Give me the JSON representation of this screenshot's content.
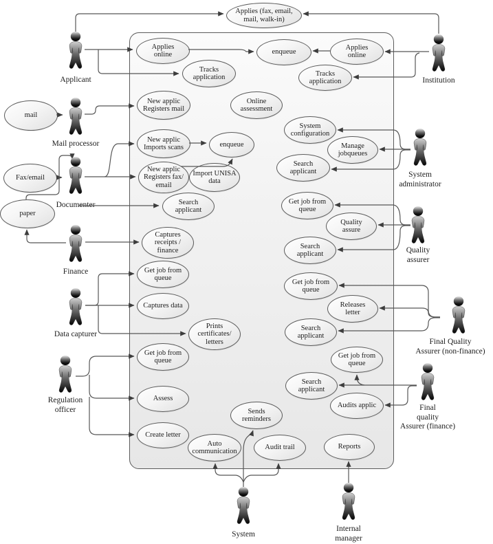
{
  "colors": {
    "line": "#565656",
    "ellipse_stroke": "#5a5a5a",
    "ellipse_fill_top": "#ffffff",
    "ellipse_fill_bottom": "#e1e1e1",
    "boundary_fill": "#f1f1f1",
    "text": "#1c1c1c",
    "actor_dark": "#050505",
    "actor_light": "#cfcfcf"
  },
  "actors": {
    "applicant": {
      "label": "Applicant"
    },
    "mail_processor": {
      "label": "Mail processor"
    },
    "documenter": {
      "label": "Documenter"
    },
    "finance": {
      "label": "Finance"
    },
    "data_capturer": {
      "label": "Data capturer"
    },
    "regulation_officer": {
      "label": "Regulation\nofficer"
    },
    "system": {
      "label": "System"
    },
    "internal_manager": {
      "label": "Internal\nmanager"
    },
    "institution": {
      "label": "Institution"
    },
    "system_administrator": {
      "label": "System\nadministrator"
    },
    "quality_assurer": {
      "label": "Quality\nassurer"
    },
    "final_quality_assurer_nonfinance": {
      "label": "Final Quality\nAssurer (non-finance)"
    },
    "final_quality_assurer_finance": {
      "label": "Final\nquality\nAssurer (finance)"
    }
  },
  "usecases": {
    "applies_channels": {
      "label": "Applies (fax, email,\nmail, walk-in)"
    },
    "mail": {
      "label": "mail"
    },
    "fax_email": {
      "label": "Fax/email"
    },
    "paper": {
      "label": "paper"
    },
    "applies_online_applicant": {
      "label": "Applies\nonline"
    },
    "tracks_application_applicant": {
      "label": "Tracks\napplication"
    },
    "enqueue_top": {
      "label": "enqueue"
    },
    "applies_online_institution": {
      "label": "Applies\nonline"
    },
    "tracks_application_institution": {
      "label": "Tracks\napplication"
    },
    "new_applic_registers_mail": {
      "label": "New applic\nRegisters mail"
    },
    "online_assessment": {
      "label": "Online\nassessment"
    },
    "new_applic_imports_scans": {
      "label": "New applic\nImports scans"
    },
    "enqueue_mid": {
      "label": "enqueue"
    },
    "system_configuration": {
      "label": "System\nconfiguration"
    },
    "manage_jobqueues": {
      "label": "Manage\njobqueues"
    },
    "new_applic_registers_fax_email": {
      "label": "New applic\nRegisters fax/\nemail"
    },
    "import_unisa_data": {
      "label": "Import UNISA\ndata"
    },
    "search_applicant_admin": {
      "label": "Search\napplicant"
    },
    "search_applicant_documenter": {
      "label": "Search\napplicant"
    },
    "get_job_from_queue_qa": {
      "label": "Get job from\nqueue"
    },
    "quality_assure": {
      "label": "Quality\nassure"
    },
    "captures_receipts_finance": {
      "label": "Captures\nreceipts /\nfinance"
    },
    "search_applicant_qa": {
      "label": "Search\napplicant"
    },
    "get_job_from_queue_dc": {
      "label": "Get job from\nqueue"
    },
    "get_job_from_queue_fqa_nonfin": {
      "label": "Get job from\nqueue"
    },
    "captures_data": {
      "label": "Captures data"
    },
    "releases_letter": {
      "label": "Releases\nletter"
    },
    "prints_certificates_letters": {
      "label": "Prints\ncertificates/\nletters"
    },
    "search_applicant_fqa_nonfin": {
      "label": "Search\napplicant"
    },
    "get_job_from_queue_ro": {
      "label": "Get job from\nqueue"
    },
    "get_job_from_queue_fqa_fin": {
      "label": "Get job from\nqueue"
    },
    "search_applicant_fqa_fin": {
      "label": "Search\napplicant"
    },
    "assess": {
      "label": "Assess"
    },
    "audits_applic": {
      "label": "Audits applic"
    },
    "sends_reminders": {
      "label": "Sends\nreminders"
    },
    "create_letter": {
      "label": "Create letter"
    },
    "auto_communication": {
      "label": "Auto\ncommunication"
    },
    "audit_trail": {
      "label": "Audit trail"
    },
    "reports": {
      "label": "Reports"
    }
  }
}
